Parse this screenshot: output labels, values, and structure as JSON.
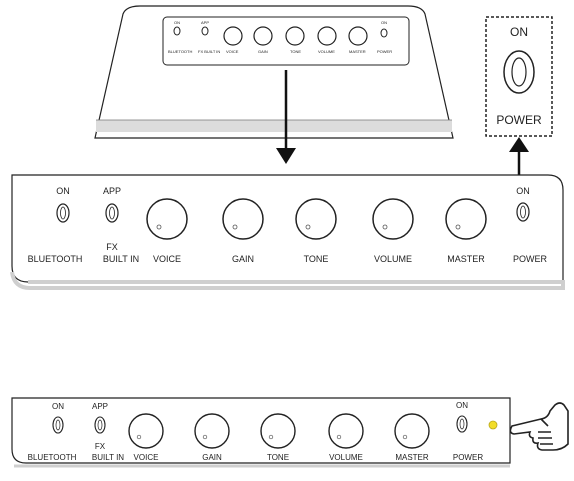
{
  "top_device": {
    "top_labels": [
      "ON",
      "APP",
      "ON"
    ],
    "bottom_labels": [
      "BLUETOOTH",
      "FX\nBUILT IN",
      "VOICE",
      "GAIN",
      "TONE",
      "VOLUME",
      "MASTER",
      "POWER"
    ]
  },
  "power_callout": {
    "on_label": "ON",
    "power_label": "POWER"
  },
  "panel_large": {
    "switch_labels": {
      "bluetooth_on": "ON",
      "fx_app": "APP",
      "power_on": "ON"
    },
    "labels": {
      "bluetooth": "BLUETOOTH",
      "fx_line1": "FX",
      "fx_line2": "BUILT IN",
      "voice": "VOICE",
      "gain": "GAIN",
      "tone": "TONE",
      "volume": "VOLUME",
      "master": "MASTER",
      "power": "POWER"
    }
  },
  "panel_small": {
    "switch_labels": {
      "bluetooth_on": "ON",
      "fx_app": "APP",
      "power_on": "ON"
    },
    "labels": {
      "bluetooth": "BLUETOOTH",
      "fx_line1": "FX",
      "fx_line2": "BUILT IN",
      "voice": "VOICE",
      "gain": "GAIN",
      "tone": "TONE",
      "volume": "VOLUME",
      "master": "MASTER",
      "power": "POWER"
    },
    "indicator_color": "#f2dd2a"
  },
  "colors": {
    "line": "#222222",
    "panel_fill": "#ffffff",
    "shadow": "#d8d8d8"
  }
}
